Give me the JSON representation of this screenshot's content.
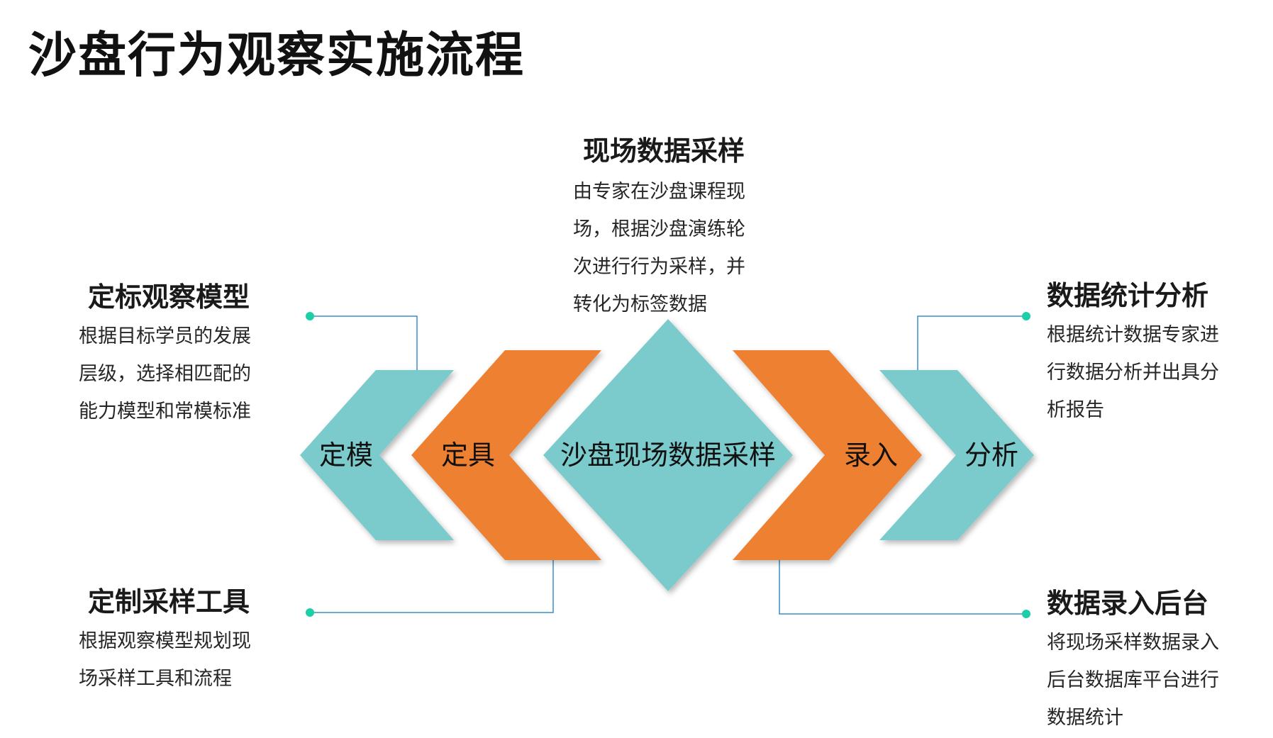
{
  "title": "沙盘行为观察实施流程",
  "colors": {
    "teal": "#7ccbcc",
    "orange": "#ee8031",
    "connector": "#3a8ec7",
    "dot": "#1ccfa8"
  },
  "steps": [
    {
      "id": "dingmo",
      "label": "定模",
      "heading": "定标观察模型",
      "desc": [
        "根据目标学员的发展",
        "层级，选择相匹配的",
        "能力模型和常模标准"
      ]
    },
    {
      "id": "dingju",
      "label": "定具",
      "heading": "定制采样工具",
      "desc": [
        "根据观察模型规划现",
        "场采样工具和流程"
      ]
    },
    {
      "id": "caiyang",
      "label": "沙盘现场数据采样",
      "heading": "现场数据采样",
      "desc": [
        "由专家在沙盘课程现",
        "场，根据沙盘演练轮",
        "次进行行为采样，并",
        "转化为标签数据"
      ]
    },
    {
      "id": "luru",
      "label": "录入",
      "heading": "数据录入后台",
      "desc": [
        "将现场采样数据录入",
        "后台数据库平台进行",
        "数据统计"
      ]
    },
    {
      "id": "fenxi",
      "label": "分析",
      "heading": "数据统计分析",
      "desc": [
        "根据统计数据专家进",
        "行数据分析并出具分",
        "析报告"
      ]
    }
  ]
}
